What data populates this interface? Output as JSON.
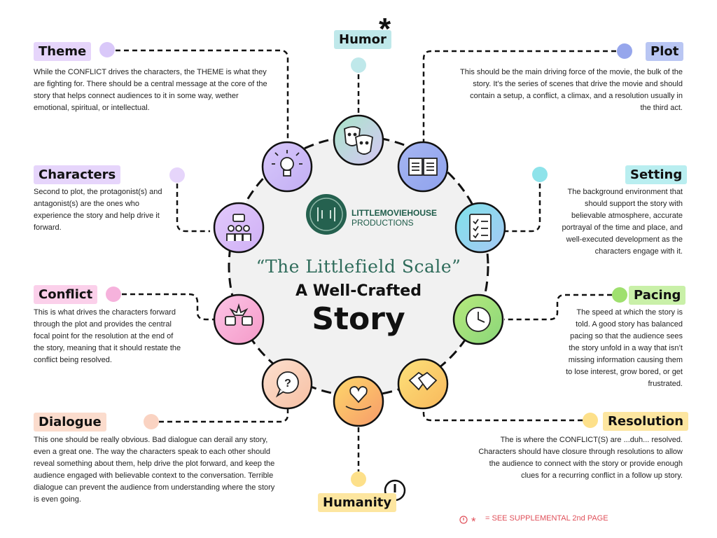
{
  "center": {
    "scale_title": "“The Littlefield Scale”",
    "subtitle": "A Well-Crafted",
    "title": "Story",
    "brand_line1": "LITTLEMOVIEHOUSE",
    "brand_line2": "PRODUCTIONS"
  },
  "elements": {
    "theme": {
      "label": "Theme",
      "color": "#e6d5fb",
      "icon": "lightbulb-icon",
      "desc": "While the CONFLICT drives the characters, the THEME is what they are fighting for. There should be a central message at the core of the story that helps connect audiences to it in some way, wether emotional, spiritual, or intellectual."
    },
    "humor": {
      "label": "Humor",
      "color": "#bfe8ea",
      "icon": "theater-masks-icon"
    },
    "plot": {
      "label": "Plot",
      "color": "#b9c6f3",
      "icon": "book-icon",
      "desc": "This should be the main driving force of the movie, the bulk of the story. It’s the series of scenes that drive the movie and should contain a setup, a conflict, a climax, and a resolution usually in the third act."
    },
    "characters": {
      "label": "Characters",
      "color": "#e6d5fb",
      "icon": "group-icon",
      "desc": "Second to plot, the protagonist(s) and antagonist(s) are the ones who experience the story and help drive it forward."
    },
    "setting": {
      "label": "Setting",
      "color": "#b9eef0",
      "icon": "checklist-icon",
      "desc": "The background environment that should support the story with believable atmosphere, accurate portrayal of the time and place, and well-executed development as the characters engage with it."
    },
    "conflict": {
      "label": "Conflict",
      "color": "#fbd0ea",
      "icon": "clash-icon",
      "desc": "This is what drives the characters forward through the plot and provides the central focal point for the resolution at the end of the story, meaning that it should restate the conflict being resolved."
    },
    "pacing": {
      "label": "Pacing",
      "color": "#c9f0a8",
      "icon": "clock-icon",
      "desc": "The speed at which the story is told. A good story has balanced pacing so that the audience sees the story unfold in a way that isn’t missing information causing them to lose interest, grow bored, or get frustrated."
    },
    "dialogue": {
      "label": "Dialogue",
      "color": "#fbdccd",
      "icon": "speech-bubble-icon",
      "desc": "This one should be really obvious. Bad dialogue can derail any story, even a great one. The way the characters speak to each other should reveal something about them, help drive the plot forward, and keep the audience engaged with believable context to the conversation. Terrible dialogue can prevent the audience from understanding where the story is even going."
    },
    "humanity": {
      "label": "Humanity",
      "color": "#fde6a0",
      "icon": "heart-hand-icon"
    },
    "resolution": {
      "label": "Resolution",
      "color": "#fde6a0",
      "icon": "handshake-icon",
      "desc": "The is where the CONFLICT(S) are ...duh... resolved. Characters should have closure through resolutions to allow the audience to connect with the story or provide enough clues for a recurring conflict in a follow up story."
    }
  },
  "footnote": "= SEE SUPPLEMENTAL 2nd PAGE"
}
